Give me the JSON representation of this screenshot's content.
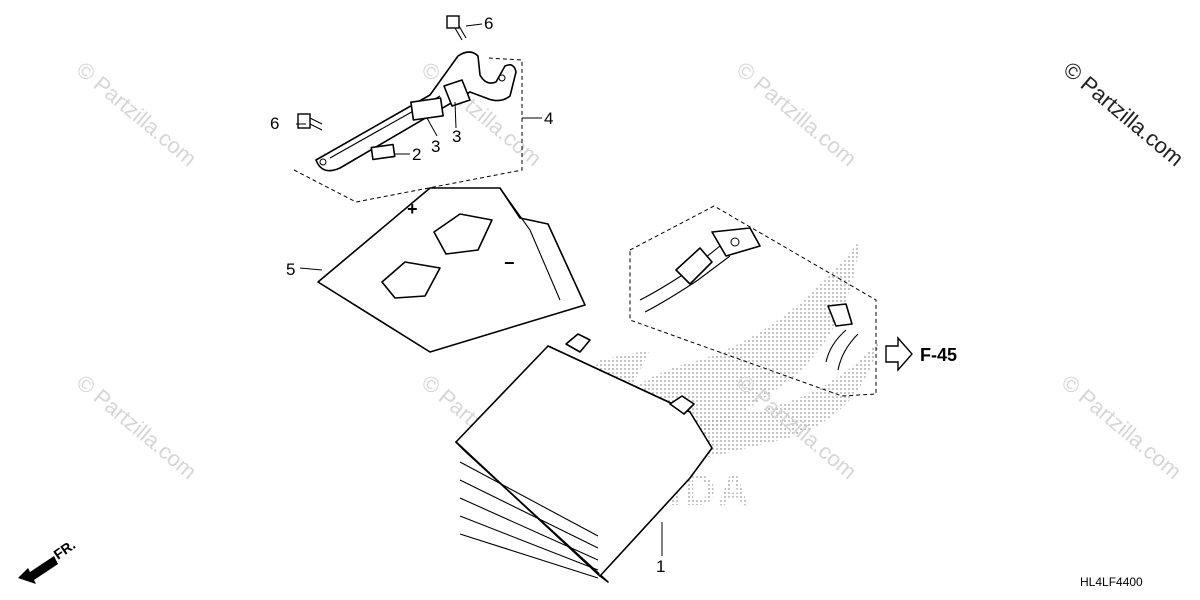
{
  "watermark": {
    "brand_text": "© Partzilla.com",
    "corner_text": "© Partzilla.com",
    "logo_text": "HONDA"
  },
  "callouts": {
    "battery": "1",
    "pad_small": "2",
    "pad_a": "3",
    "pad_b": "3",
    "stay_set": "4",
    "cover": "5",
    "bolt_top": "6",
    "bolt_left": "6"
  },
  "reference": {
    "label": "F-45"
  },
  "direction": {
    "label": "FR."
  },
  "diagram_code": "HL4LF4400",
  "polarity": {
    "positive": "+",
    "negative": "−"
  }
}
